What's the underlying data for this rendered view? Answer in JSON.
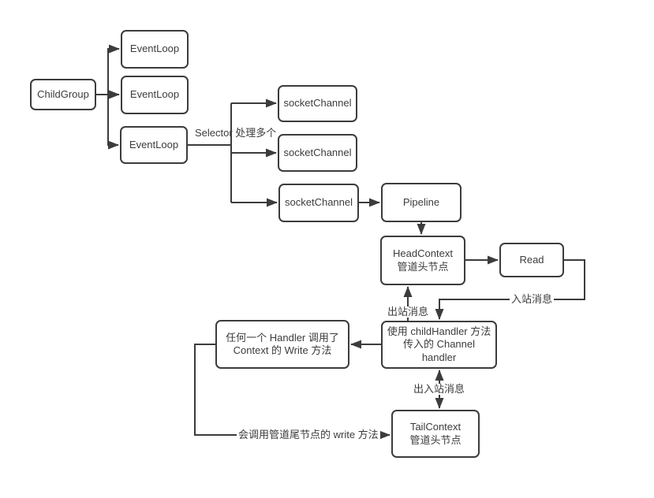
{
  "diagram": {
    "colors": {
      "stroke": "#3c3c3c",
      "node_fill": "#ffffff",
      "background": "#ffffff"
    },
    "nodes": {
      "childGroup": {
        "label": "ChildGroup"
      },
      "eventLoop1": {
        "label": "EventLoop"
      },
      "eventLoop2": {
        "label": "EventLoop"
      },
      "eventLoop3": {
        "label": "EventLoop"
      },
      "socketChannel1": {
        "label": "socketChannel"
      },
      "socketChannel2": {
        "label": "socketChannel"
      },
      "socketChannel3": {
        "label": "socketChannel"
      },
      "pipeline": {
        "label": "Pipeline"
      },
      "headContext": {
        "label": "HeadContext\n管道头节点"
      },
      "read": {
        "label": "Read"
      },
      "channelHandler": {
        "label": "使用 childHandler 方法\n传入的 Channel\nhandler"
      },
      "anyHandlerWrite": {
        "label": "任何一个 Handler 调用了\nContext 的 Write 方法"
      },
      "tailContext": {
        "label": "TailContext\n管道头节点"
      }
    },
    "edge_labels": {
      "selector": "Selector 处理多个",
      "outbound": "出站消息",
      "inbound": "入站消息",
      "in_outbound": "出入站消息",
      "tail_write": "会调用管道尾节点的 write 方法"
    }
  }
}
